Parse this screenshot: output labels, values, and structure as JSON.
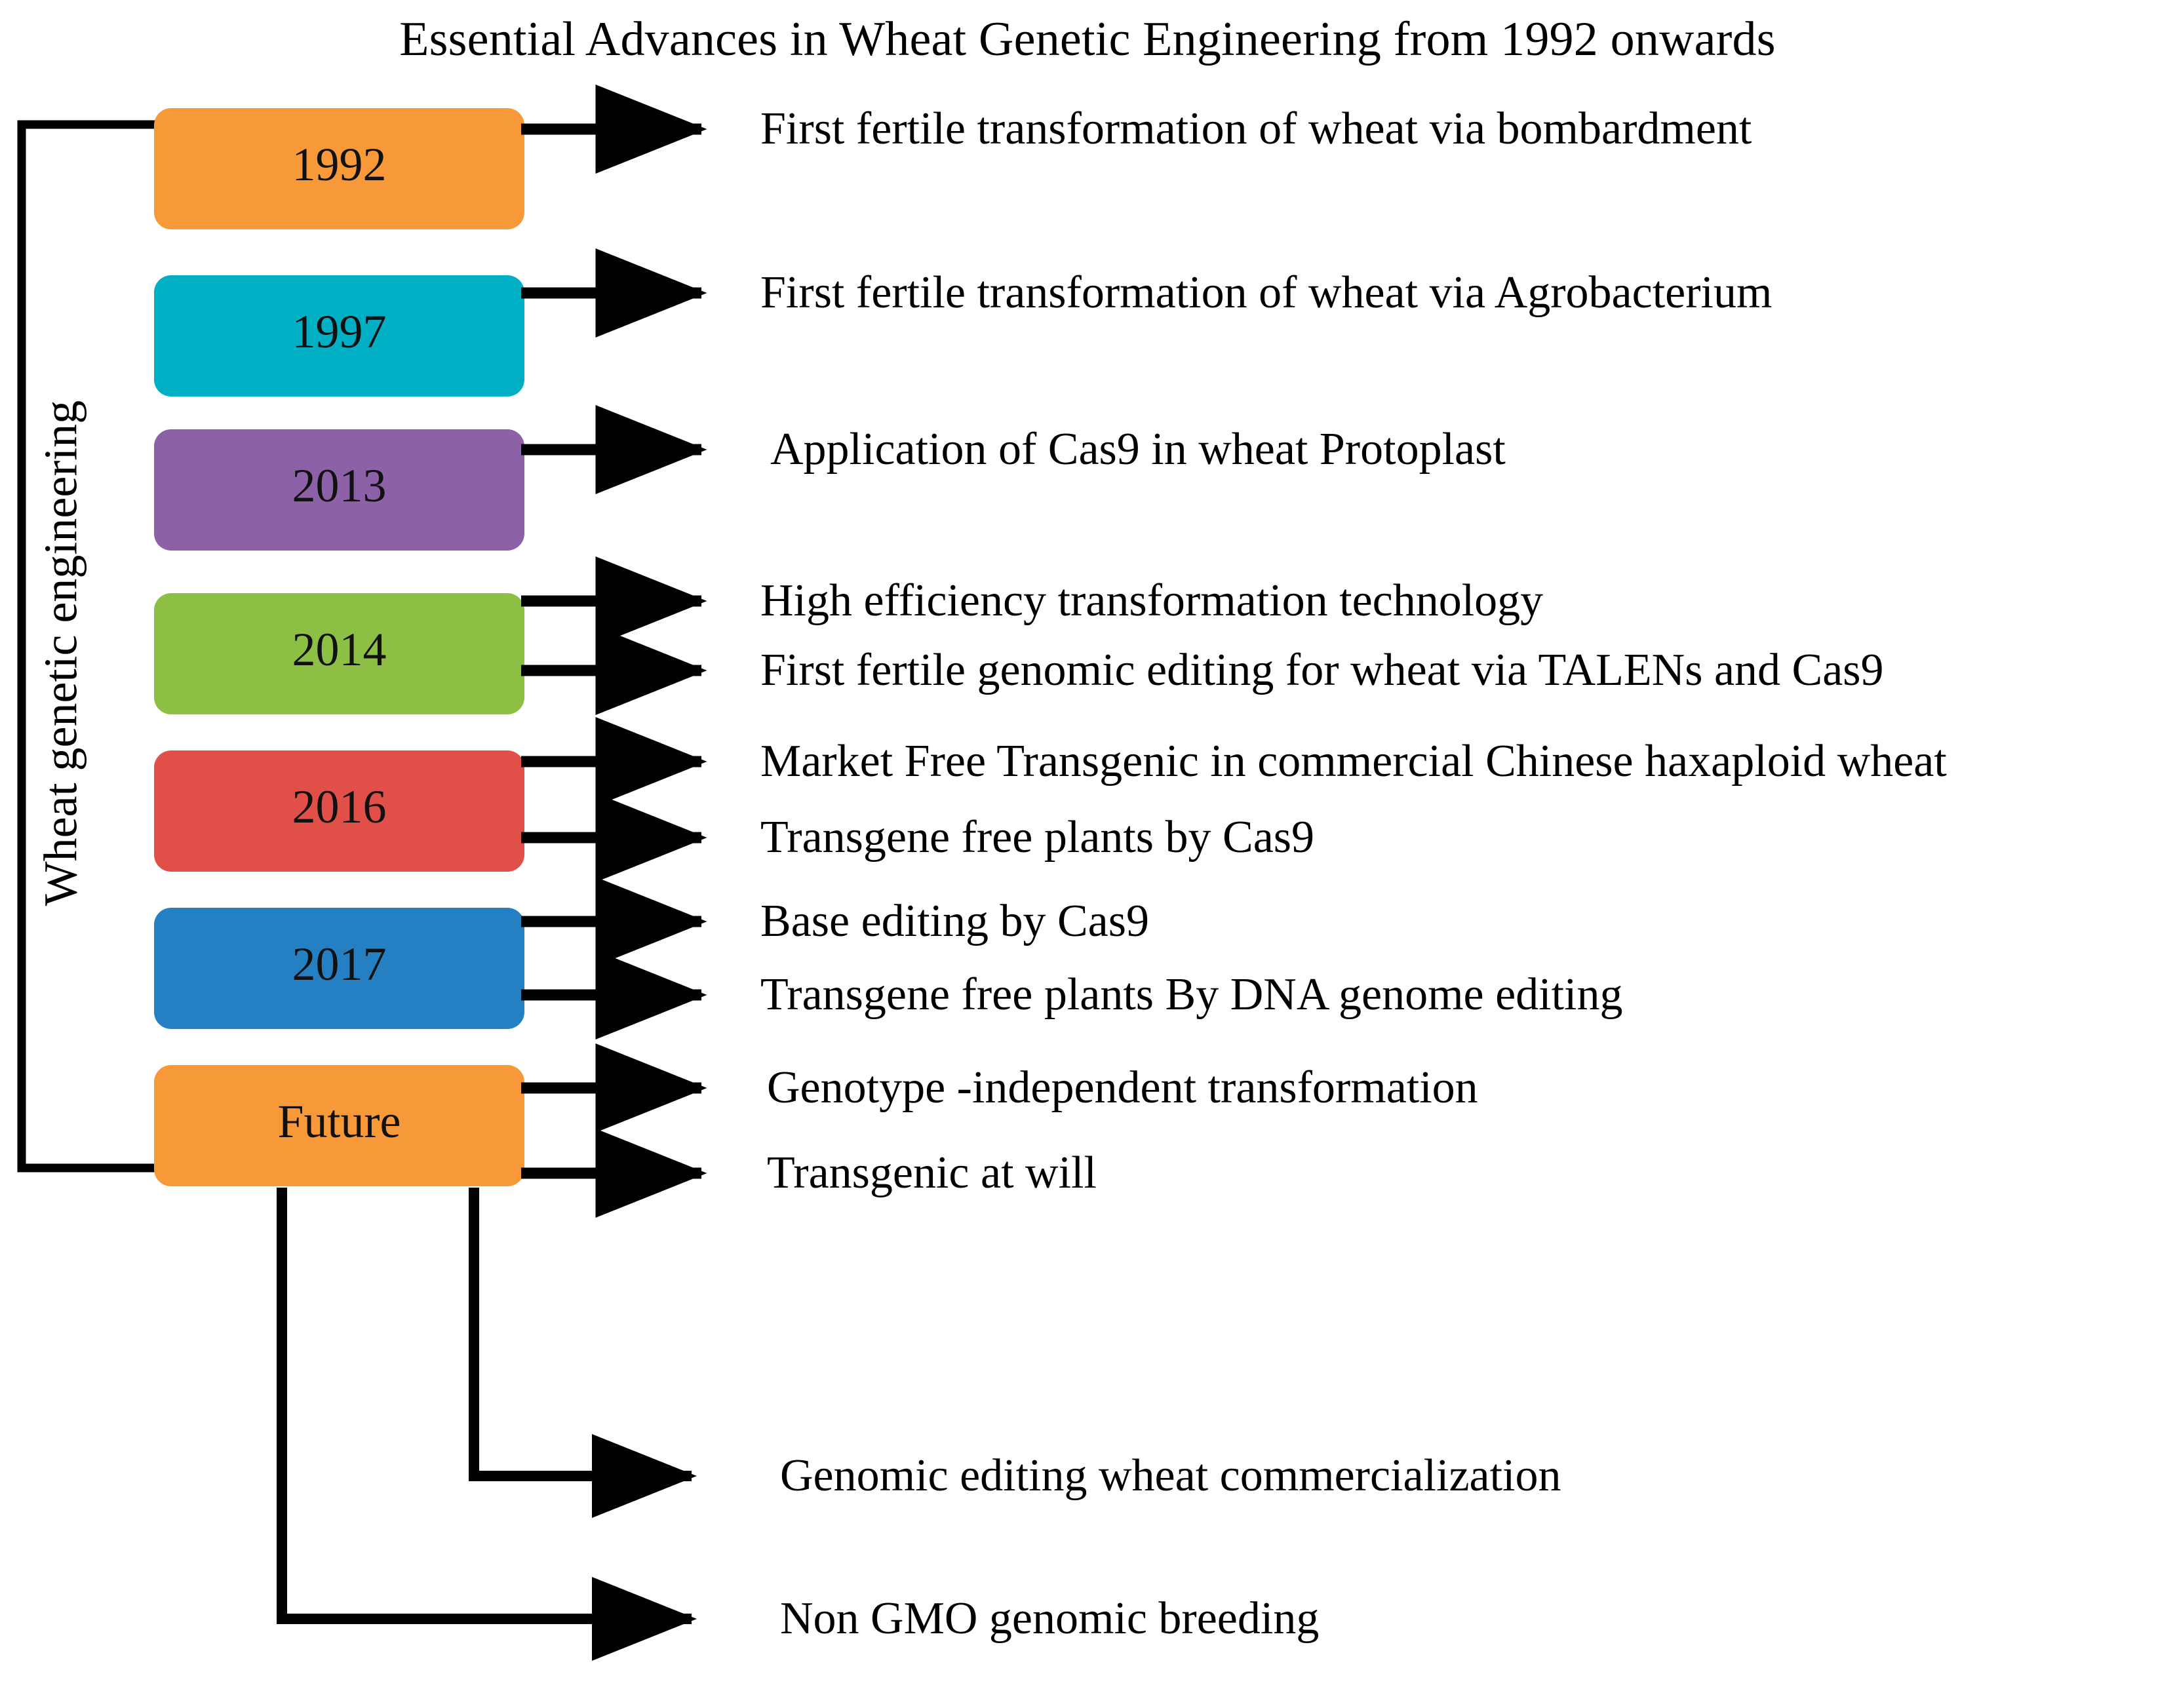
{
  "title": "Essential Advances in Wheat Genetic Engineering from 1992 onwards",
  "axis_label": "Wheat genetic engineering",
  "colors": {
    "1992": "#F89939",
    "1997": "#00AFC4",
    "2013": "#8D61A8",
    "2014": "#8CBF43",
    "2016": "#E05048",
    "2017": "#2580C3",
    "Future": "#F89939",
    "connector": "#000000",
    "background": "#FFFFFF",
    "text": "#000000"
  },
  "timeline": [
    {
      "id": "node-1992",
      "label": "1992",
      "color": "#F89939",
      "items": [
        "First fertile transformation of wheat via bombardment"
      ]
    },
    {
      "id": "node-1997",
      "label": "1997",
      "color": "#00AFC4",
      "items": [
        "First fertile transformation of wheat via Agrobacterium"
      ]
    },
    {
      "id": "node-2013",
      "label": "2013",
      "color": "#8D61A8",
      "items": [
        "Application of Cas9 in wheat Protoplast"
      ]
    },
    {
      "id": "node-2014",
      "label": "2014",
      "color": "#8CBF43",
      "items": [
        "High efficiency transformation technology",
        "First fertile genomic editing for wheat via TALENs and Cas9"
      ]
    },
    {
      "id": "node-2016",
      "label": "2016",
      "color": "#E05048",
      "items": [
        "Market Free Transgenic in commercial Chinese haxaploid wheat",
        "Transgene free plants by Cas9"
      ]
    },
    {
      "id": "node-2017",
      "label": "2017",
      "color": "#2580C3",
      "items": [
        "Base editing by Cas9",
        "Transgene free plants By DNA genome editing"
      ]
    },
    {
      "id": "node-future",
      "label": "Future",
      "color": "#F89939",
      "items": [
        "Genotype -independent transformation",
        "Transgenic at will",
        "Genomic editing wheat commercialization",
        "Non GMO genomic breeding"
      ]
    }
  ],
  "text_rows": [
    {
      "key": "t1",
      "text": "First fertile transformation of wheat via bombardment"
    },
    {
      "key": "t2",
      "text": "First fertile transformation of wheat via Agrobacterium"
    },
    {
      "key": "t3",
      "text": "Application of Cas9 in wheat Protoplast"
    },
    {
      "key": "t4",
      "text": "High efficiency transformation technology"
    },
    {
      "key": "t5",
      "text": "First fertile genomic editing for wheat via TALENs and Cas9"
    },
    {
      "key": "t6",
      "text": "Market Free Transgenic in commercial Chinese haxaploid wheat"
    },
    {
      "key": "t7",
      "text": "Transgene free plants by Cas9"
    },
    {
      "key": "t8",
      "text": "Base editing by Cas9"
    },
    {
      "key": "t9",
      "text": "Transgene free plants By DNA genome editing"
    },
    {
      "key": "t10",
      "text": "Genotype -independent transformation"
    },
    {
      "key": "t11",
      "text": "Transgenic at will"
    },
    {
      "key": "t12",
      "text": "Genomic editing wheat commercialization"
    },
    {
      "key": "t13",
      "text": "Non GMO genomic breeding"
    }
  ]
}
